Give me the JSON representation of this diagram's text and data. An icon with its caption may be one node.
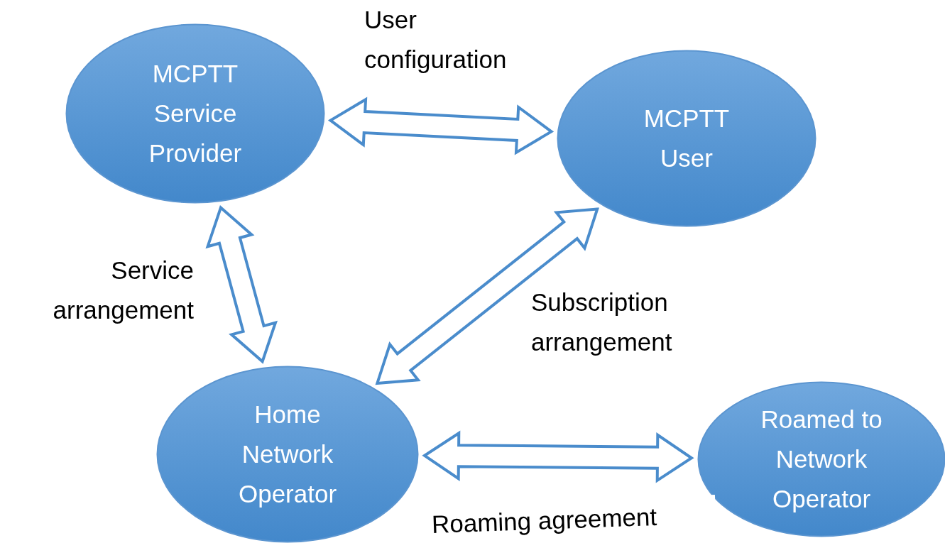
{
  "diagram": {
    "nodes": [
      {
        "text": [
          "MCPTT Service Provider"
        ]
      },
      {
        "text": [
          "MCPTT User"
        ]
      },
      {
        "text": [
          "Home Network Operator"
        ]
      },
      {
        "text": [
          "Roamed to Network Operator"
        ]
      }
    ],
    "edges": [
      {
        "from": 0,
        "to": 1,
        "arrow": "both",
        "label": "User configuration"
      },
      {
        "from": 0,
        "to": 2,
        "arrow": "both",
        "label": "Service arrangement"
      },
      {
        "from": 1,
        "to": 2,
        "arrow": "both",
        "label": "Subscription arrangement"
      },
      {
        "from": 2,
        "to": 3,
        "arrow": "both",
        "label": "Roaming agreement"
      }
    ]
  }
}
